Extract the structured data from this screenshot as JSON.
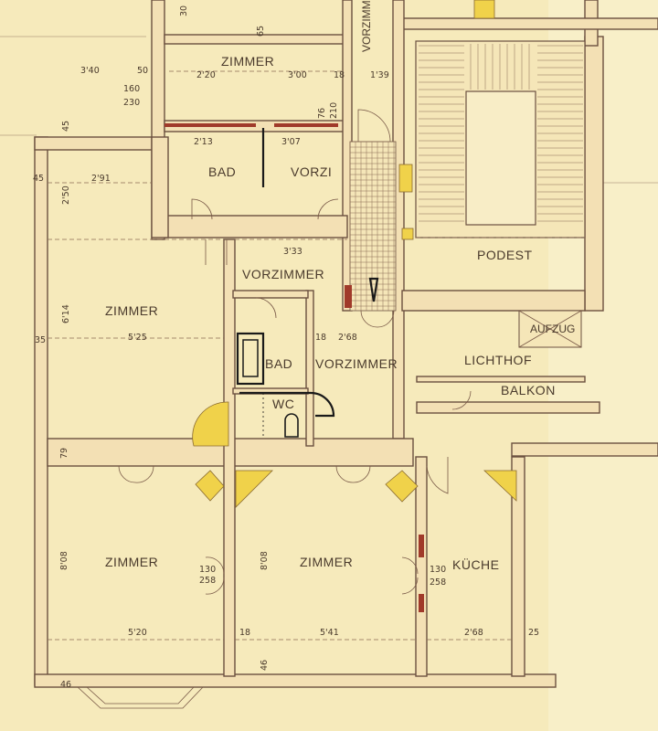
{
  "rooms": {
    "zimmer_top": "ZIMMER",
    "zimmer_left": "ZIMMER",
    "zimmer_bl": "ZIMMER",
    "zimmer_bm": "ZIMMER",
    "bad_top": "BAD",
    "bad_mid": "BAD",
    "vorzi": "VORZI",
    "vorzimmer_1": "VORZIMMER",
    "vorzimmer_2": "VORZIMMER",
    "vorzimmer_top": "VORZIMMER",
    "podest": "PODEST",
    "aufzug": "AUFZUG",
    "lichthof": "LICHTHOF",
    "balkon": "BALKON",
    "kueche": "KÜCHE",
    "wc": "WC"
  },
  "dims": {
    "d340": "3'40",
    "d50": "50",
    "d160": "160",
    "d230": "230",
    "d220": "2'20",
    "d300": "3'00",
    "d18a": "18",
    "d139": "1'39",
    "d45a": "45",
    "d45b": "45",
    "d291": "2'91",
    "d250": "2'50",
    "d213": "2'13",
    "d307": "3'07",
    "d614": "6'14",
    "d35": "35",
    "d525": "5'25",
    "d333": "3'33",
    "d268a": "2'68",
    "d18b": "18",
    "d79": "79",
    "d808a": "8'08",
    "d808b": "8'08",
    "d520": "5'20",
    "d541": "5'41",
    "d18c": "18",
    "d268b": "2'68",
    "d25": "25",
    "d46a": "46",
    "d46b": "46",
    "d130a": "130",
    "d258a": "258",
    "d130b": "130",
    "d258b": "258",
    "d30": "30",
    "d65": "65",
    "d76": "76",
    "d210": "210"
  }
}
